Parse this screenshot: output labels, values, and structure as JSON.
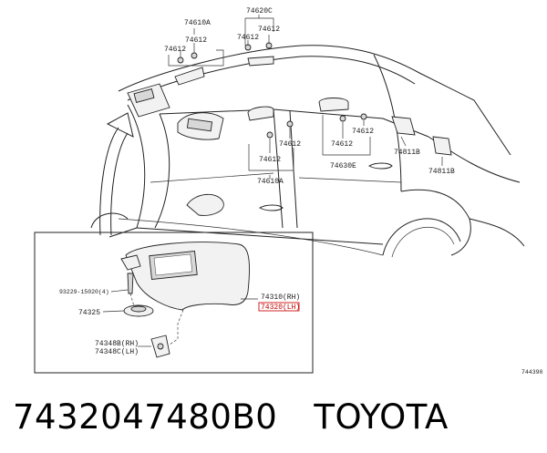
{
  "labels": {
    "c1_group": "74610A",
    "c1_a": "74612",
    "c1_b": "74612",
    "c2_group": "74620C",
    "c2_a": "74612",
    "c2_b": "74612",
    "mid_a": "74612",
    "mid_b": "74612",
    "mid_group": "74610A",
    "r_a": "74612",
    "r_b": "74612",
    "r_group": "74630E",
    "visor_r1": "74811B",
    "visor_r2": "74811B",
    "screw": "93229-15020(4)",
    "clip_part": "74325",
    "visor_rh": "74310(RH)",
    "visor_lh": "74320(LH)",
    "holder_rh": "74348B(RH)",
    "holder_lh": "74348C(LH)",
    "diagram_id": "744390"
  },
  "caption": {
    "part_number": "7432047480B0",
    "brand": "TOYOTA"
  }
}
